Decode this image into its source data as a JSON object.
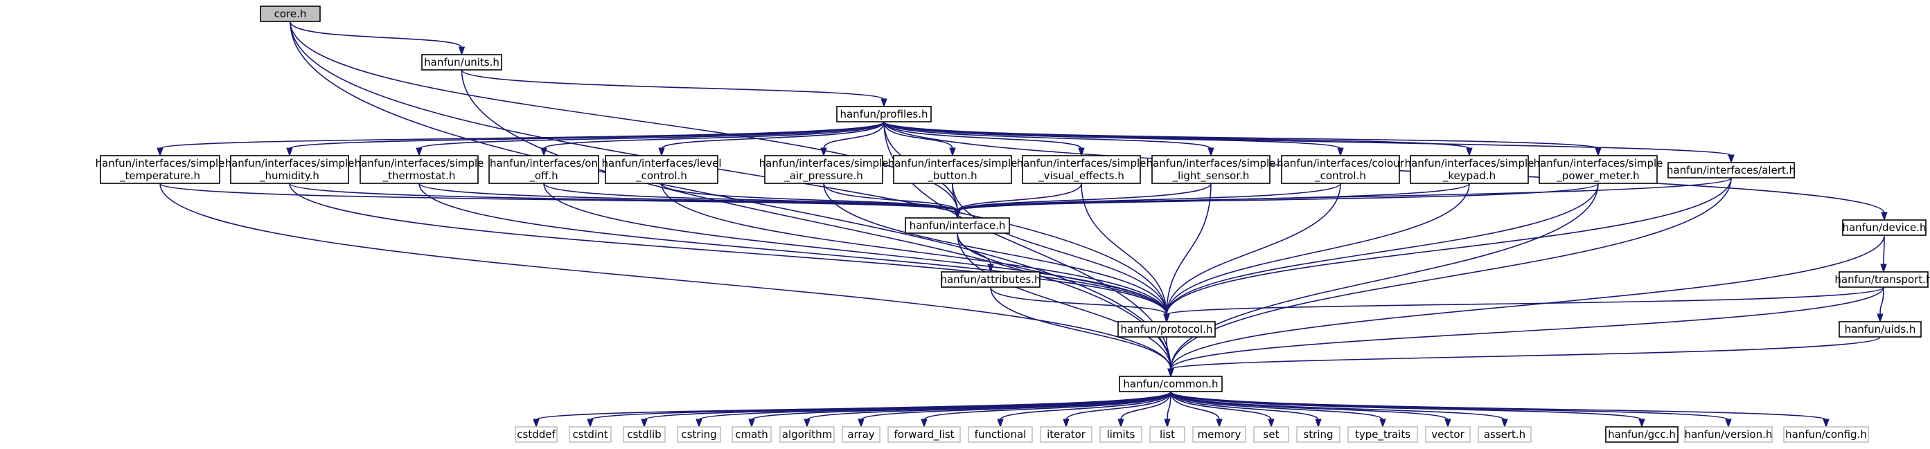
{
  "nodes": [
    {
      "id": "core",
      "lines": [
        "core.h"
      ],
      "highlight": true
    },
    {
      "id": "units",
      "lines": [
        "hanfun/units.h"
      ]
    },
    {
      "id": "profiles",
      "lines": [
        "hanfun/profiles.h"
      ]
    },
    {
      "id": "temperature",
      "lines": [
        "hanfun/interfaces/simple",
        "_temperature.h"
      ]
    },
    {
      "id": "humidity",
      "lines": [
        "hanfun/interfaces/simple",
        "_humidity.h"
      ]
    },
    {
      "id": "thermostat",
      "lines": [
        "hanfun/interfaces/simple",
        "_thermostat.h"
      ]
    },
    {
      "id": "onoff",
      "lines": [
        "hanfun/interfaces/on",
        "_off.h"
      ]
    },
    {
      "id": "level",
      "lines": [
        "hanfun/interfaces/level",
        "_control.h"
      ]
    },
    {
      "id": "airpressure",
      "lines": [
        "hanfun/interfaces/simple",
        "_air_pressure.h"
      ]
    },
    {
      "id": "button",
      "lines": [
        "hanfun/interfaces/simple",
        "_button.h"
      ]
    },
    {
      "id": "visual",
      "lines": [
        "hanfun/interfaces/simple",
        "_visual_effects.h"
      ]
    },
    {
      "id": "light",
      "lines": [
        "hanfun/interfaces/simple",
        "_light_sensor.h"
      ]
    },
    {
      "id": "colour",
      "lines": [
        "hanfun/interfaces/colour",
        "_control.h"
      ]
    },
    {
      "id": "keypad",
      "lines": [
        "hanfun/interfaces/simple",
        "_keypad.h"
      ]
    },
    {
      "id": "power",
      "lines": [
        "hanfun/interfaces/simple",
        "_power_meter.h"
      ]
    },
    {
      "id": "alert",
      "lines": [
        "hanfun/interfaces/alert.h"
      ]
    },
    {
      "id": "device",
      "lines": [
        "hanfun/device.h"
      ]
    },
    {
      "id": "interface",
      "lines": [
        "hanfun/interface.h"
      ]
    },
    {
      "id": "attributes",
      "lines": [
        "hanfun/attributes.h"
      ]
    },
    {
      "id": "transport",
      "lines": [
        "hanfun/transport.h"
      ]
    },
    {
      "id": "protocol",
      "lines": [
        "hanfun/protocol.h"
      ]
    },
    {
      "id": "uids",
      "lines": [
        "hanfun/uids.h"
      ]
    },
    {
      "id": "common",
      "lines": [
        "hanfun/common.h"
      ]
    },
    {
      "id": "cstddef",
      "lines": [
        "cstddef"
      ],
      "external": true
    },
    {
      "id": "cstdint",
      "lines": [
        "cstdint"
      ],
      "external": true
    },
    {
      "id": "cstdlib",
      "lines": [
        "cstdlib"
      ],
      "external": true
    },
    {
      "id": "cstring",
      "lines": [
        "cstring"
      ],
      "external": true
    },
    {
      "id": "cmath",
      "lines": [
        "cmath"
      ],
      "external": true
    },
    {
      "id": "algorithm",
      "lines": [
        "algorithm"
      ],
      "external": true
    },
    {
      "id": "array",
      "lines": [
        "array"
      ],
      "external": true
    },
    {
      "id": "forward_list",
      "lines": [
        "forward_list"
      ],
      "external": true
    },
    {
      "id": "functional",
      "lines": [
        "functional"
      ],
      "external": true
    },
    {
      "id": "iterator",
      "lines": [
        "iterator"
      ],
      "external": true
    },
    {
      "id": "limits",
      "lines": [
        "limits"
      ],
      "external": true
    },
    {
      "id": "list",
      "lines": [
        "list"
      ],
      "external": true
    },
    {
      "id": "memory",
      "lines": [
        "memory"
      ],
      "external": true
    },
    {
      "id": "set",
      "lines": [
        "set"
      ],
      "external": true
    },
    {
      "id": "string",
      "lines": [
        "string"
      ],
      "external": true
    },
    {
      "id": "type_traits",
      "lines": [
        "type_traits"
      ],
      "external": true
    },
    {
      "id": "vector",
      "lines": [
        "vector"
      ],
      "external": true
    },
    {
      "id": "assert",
      "lines": [
        "assert.h"
      ],
      "external": true
    },
    {
      "id": "gcc",
      "lines": [
        "hanfun/gcc.h"
      ]
    },
    {
      "id": "version",
      "lines": [
        "hanfun/version.h"
      ],
      "external": true
    },
    {
      "id": "config",
      "lines": [
        "hanfun/config.h"
      ],
      "external": true
    }
  ],
  "edges": [
    [
      "core",
      "units"
    ],
    [
      "core",
      "interface"
    ],
    [
      "core",
      "protocol"
    ],
    [
      "core",
      "common"
    ],
    [
      "units",
      "profiles"
    ],
    [
      "units",
      "common"
    ],
    [
      "profiles",
      "temperature"
    ],
    [
      "profiles",
      "humidity"
    ],
    [
      "profiles",
      "thermostat"
    ],
    [
      "profiles",
      "onoff"
    ],
    [
      "profiles",
      "level"
    ],
    [
      "profiles",
      "airpressure"
    ],
    [
      "profiles",
      "button"
    ],
    [
      "profiles",
      "visual"
    ],
    [
      "profiles",
      "light"
    ],
    [
      "profiles",
      "colour"
    ],
    [
      "profiles",
      "keypad"
    ],
    [
      "profiles",
      "power"
    ],
    [
      "profiles",
      "alert"
    ],
    [
      "profiles",
      "device"
    ],
    [
      "profiles",
      "interface"
    ],
    [
      "profiles",
      "common"
    ],
    [
      "temperature",
      "interface"
    ],
    [
      "temperature",
      "common"
    ],
    [
      "humidity",
      "interface"
    ],
    [
      "humidity",
      "protocol"
    ],
    [
      "thermostat",
      "interface"
    ],
    [
      "thermostat",
      "protocol"
    ],
    [
      "onoff",
      "interface"
    ],
    [
      "onoff",
      "protocol"
    ],
    [
      "level",
      "interface"
    ],
    [
      "level",
      "protocol"
    ],
    [
      "airpressure",
      "interface"
    ],
    [
      "airpressure",
      "protocol"
    ],
    [
      "button",
      "interface"
    ],
    [
      "button",
      "protocol"
    ],
    [
      "visual",
      "interface"
    ],
    [
      "visual",
      "protocol"
    ],
    [
      "light",
      "interface"
    ],
    [
      "light",
      "protocol"
    ],
    [
      "colour",
      "interface"
    ],
    [
      "colour",
      "protocol"
    ],
    [
      "keypad",
      "interface"
    ],
    [
      "keypad",
      "protocol"
    ],
    [
      "power",
      "interface"
    ],
    [
      "power",
      "protocol"
    ],
    [
      "power",
      "common"
    ],
    [
      "alert",
      "interface"
    ],
    [
      "alert",
      "protocol"
    ],
    [
      "alert",
      "common"
    ],
    [
      "device",
      "transport"
    ],
    [
      "device",
      "common"
    ],
    [
      "interface",
      "attributes"
    ],
    [
      "interface",
      "protocol"
    ],
    [
      "interface",
      "common"
    ],
    [
      "attributes",
      "protocol"
    ],
    [
      "attributes",
      "common"
    ],
    [
      "transport",
      "protocol"
    ],
    [
      "transport",
      "uids"
    ],
    [
      "transport",
      "common"
    ],
    [
      "uids",
      "common"
    ],
    [
      "protocol",
      "common"
    ],
    [
      "common",
      "cstddef"
    ],
    [
      "common",
      "cstdint"
    ],
    [
      "common",
      "cstdlib"
    ],
    [
      "common",
      "cstring"
    ],
    [
      "common",
      "cmath"
    ],
    [
      "common",
      "algorithm"
    ],
    [
      "common",
      "array"
    ],
    [
      "common",
      "forward_list"
    ],
    [
      "common",
      "functional"
    ],
    [
      "common",
      "iterator"
    ],
    [
      "common",
      "limits"
    ],
    [
      "common",
      "list"
    ],
    [
      "common",
      "memory"
    ],
    [
      "common",
      "set"
    ],
    [
      "common",
      "string"
    ],
    [
      "common",
      "type_traits"
    ],
    [
      "common",
      "vector"
    ],
    [
      "common",
      "assert"
    ],
    [
      "common",
      "gcc"
    ],
    [
      "common",
      "version"
    ],
    [
      "common",
      "config"
    ]
  ]
}
